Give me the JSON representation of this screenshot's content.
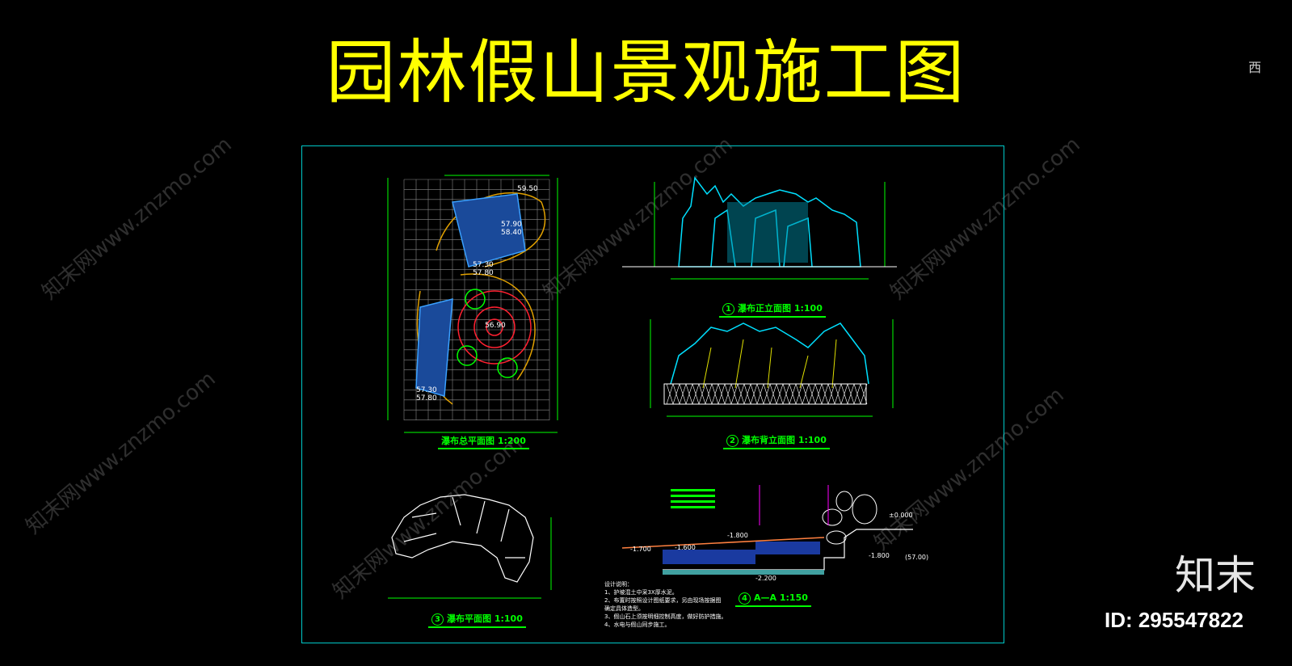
{
  "title": "园林假山景观施工图",
  "corner_text": "西",
  "watermark": "知末网www.znzmo.com",
  "logo": "知末",
  "id_label": "ID: 295547822",
  "colors": {
    "title": "#ffff00",
    "frame": "#00c8c8",
    "label": "#00ff00",
    "rock_front": "#00e0ff",
    "grid": "#ffffff"
  },
  "drawings": [
    {
      "label": "瀑布总平面图  1:200",
      "num": ""
    },
    {
      "label": "瀑布正立面图  1:100",
      "num": "1"
    },
    {
      "label": "瀑布背立面图  1:100",
      "num": "2"
    },
    {
      "label": "瀑布平面图  1:100",
      "num": "3"
    },
    {
      "label": "A—A  1:150",
      "num": "4"
    }
  ],
  "plan_levels": [
    "59.50",
    "58.40",
    "57.90",
    "57.30",
    "57.80",
    "56.90",
    "57.30",
    "57.80"
  ],
  "section_marks": [
    "-1.700",
    "-1.800",
    "-1.600",
    "-2.200",
    "±0.000",
    "-1.800",
    "(57.00)"
  ],
  "notes": {
    "heading": "设计说明：",
    "items": [
      "1、护坡混土中采3X厚水泥。",
      "2、布置时按照设计图纸要求，另由现场按据图",
      "   确定具体造型。",
      "3、假山石上须按明细控制高度，做好防护措施。",
      "4、水电与假山同步施工。"
    ]
  }
}
